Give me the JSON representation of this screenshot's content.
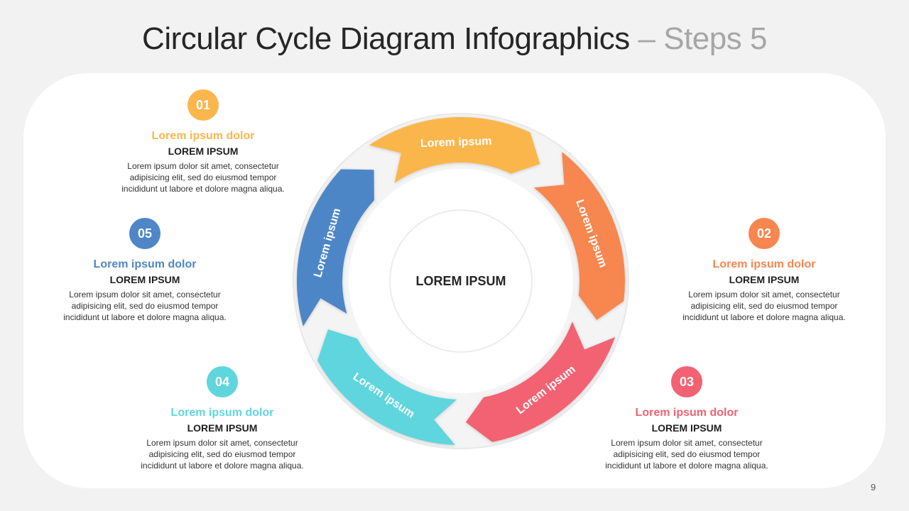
{
  "title": {
    "main": "Circular Cycle Diagram Infographics",
    "sub": "– Steps 5"
  },
  "center_label": "LOREM IPSUM",
  "page_number": "9",
  "colors": {
    "step1": "#fbb64c",
    "step2": "#f7864f",
    "step3": "#f26272",
    "step4": "#5fd5de",
    "step5": "#4e86c7"
  },
  "segments": [
    {
      "label": "Lorem ipsum",
      "color": "#fbb64c"
    },
    {
      "label": "Lorem ipsum",
      "color": "#f7864f"
    },
    {
      "label": "Lorem ipsum",
      "color": "#f26272"
    },
    {
      "label": "Lorem ipsum",
      "color": "#5fd5de"
    },
    {
      "label": "Lorem ipsum",
      "color": "#4e86c7"
    }
  ],
  "steps": [
    {
      "number": "01",
      "title": "Lorem ipsum dolor",
      "subtitle": "LOREM IPSUM",
      "body": "Lorem ipsum dolor sit amet, consectetur adipisicing elit, sed do eiusmod tempor incididunt ut labore et dolore magna aliqua.",
      "color": "#fbb64c"
    },
    {
      "number": "02",
      "title": "Lorem ipsum dolor",
      "subtitle": "LOREM IPSUM",
      "body": "Lorem ipsum dolor sit amet, consectetur adipisicing elit, sed do eiusmod tempor incididunt ut labore et dolore magna aliqua.",
      "color": "#f7864f"
    },
    {
      "number": "03",
      "title": "Lorem ipsum dolor",
      "subtitle": "LOREM IPSUM",
      "body": "Lorem ipsum dolor sit amet, consectetur adipisicing elit, sed do eiusmod tempor incididunt ut labore et dolore magna aliqua.",
      "color": "#f26272"
    },
    {
      "number": "04",
      "title": "Lorem ipsum dolor",
      "subtitle": "LOREM IPSUM",
      "body": "Lorem ipsum dolor sit amet, consectetur adipisicing elit, sed do eiusmod tempor incididunt ut labore et dolore magna aliqua.",
      "color": "#5fd5de"
    },
    {
      "number": "05",
      "title": "Lorem ipsum dolor",
      "subtitle": "LOREM IPSUM",
      "body": "Lorem ipsum dolor sit amet, consectetur adipisicing elit, sed do eiusmod tempor incididunt ut labore et dolore magna aliqua.",
      "color": "#4e86c7"
    }
  ]
}
